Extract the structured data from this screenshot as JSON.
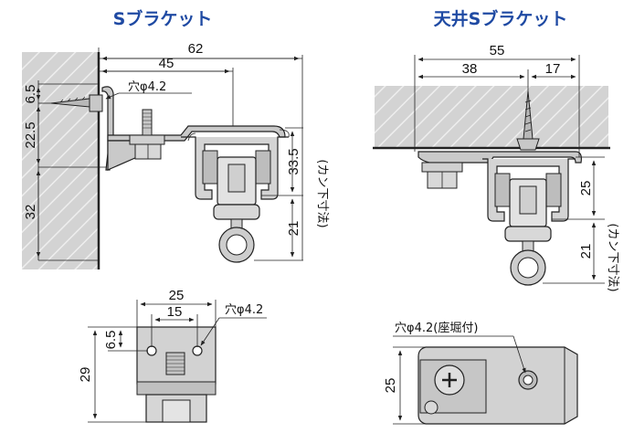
{
  "titles": {
    "left": "Sブラケット",
    "right": "天井Sブラケット"
  },
  "left_view": {
    "dims": {
      "total_width": "62",
      "bracket_width": "45",
      "screw_offset": "6.5",
      "upper_height": "22.5",
      "lower_height": "32",
      "rail_height": "33.5",
      "hook_drop": "21"
    },
    "hole_label": "穴φ4.2",
    "kan_label": "(カン下寸法)"
  },
  "right_view": {
    "dims": {
      "total_width": "55",
      "left_width": "38",
      "right_width": "17",
      "rail_height": "25",
      "hook_drop": "21"
    },
    "kan_label": "(カン下寸法)"
  },
  "front_view": {
    "dims": {
      "width": "25",
      "hole_pitch": "15",
      "hole_offset": "6.5",
      "height": "29"
    },
    "hole_label": "穴φ4.2"
  },
  "top_view": {
    "dims": {
      "height": "25"
    },
    "hole_label": "穴φ4.2(座堀付)"
  },
  "colors": {
    "title": "#1f4aa3",
    "wall": "#cfcfcf",
    "metal": "#c8c8c8",
    "line": "#222222"
  }
}
